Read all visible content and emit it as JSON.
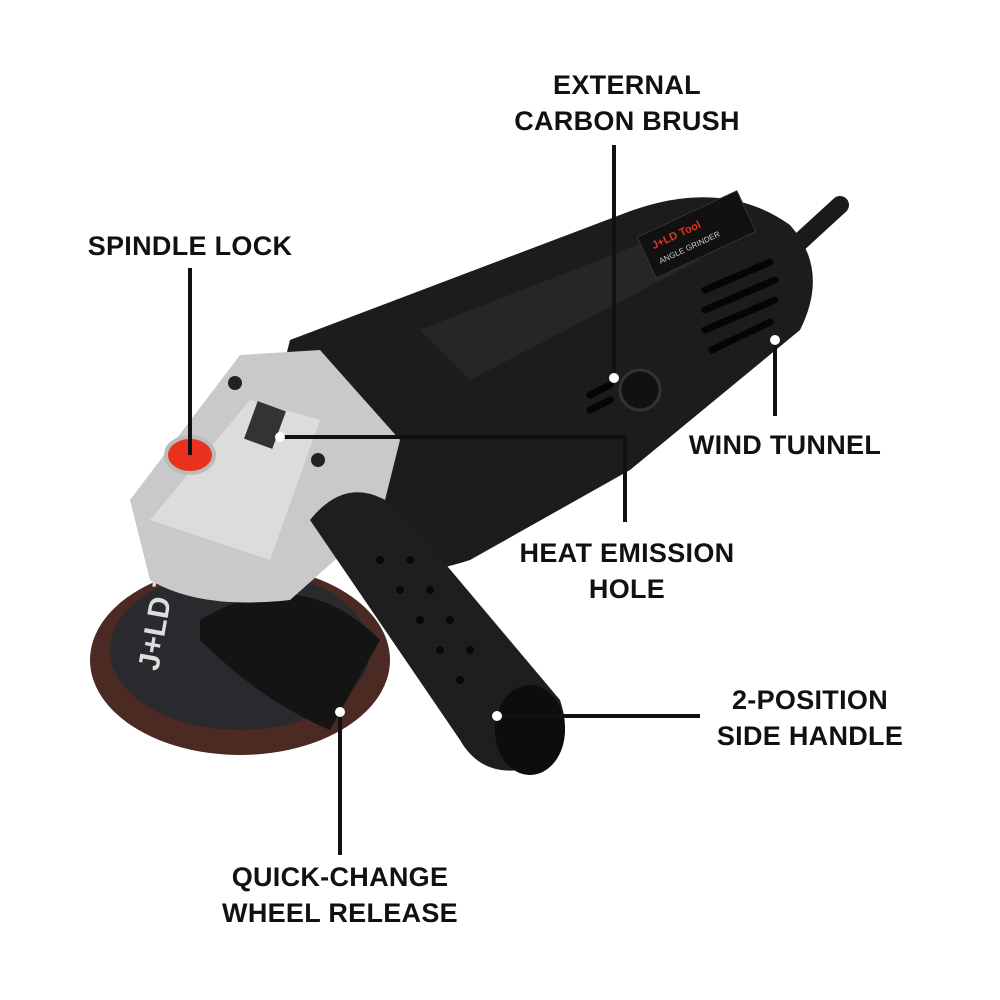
{
  "callouts": {
    "carbon_brush": [
      "EXTERNAL",
      "CARBON BRUSH"
    ],
    "spindle_lock": [
      "SPINDLE LOCK"
    ],
    "wind_tunnel": [
      "WIND TUNNEL"
    ],
    "heat_hole": [
      "HEAT EMISSION",
      "HOLE"
    ],
    "side_handle": [
      "2-POSITION",
      "SIDE HANDLE"
    ],
    "wheel_release": [
      "QUICK-CHANGE",
      "WHEEL RELEASE"
    ]
  },
  "product": {
    "brand": "J+LD Tool",
    "label_text": "ANGLE GRINDER"
  },
  "colors": {
    "body": "#1c1c1c",
    "gearbox": "#c9c9c9",
    "lock_button": "#e8321e",
    "disc": "#4a2a22",
    "line": "#111111"
  }
}
